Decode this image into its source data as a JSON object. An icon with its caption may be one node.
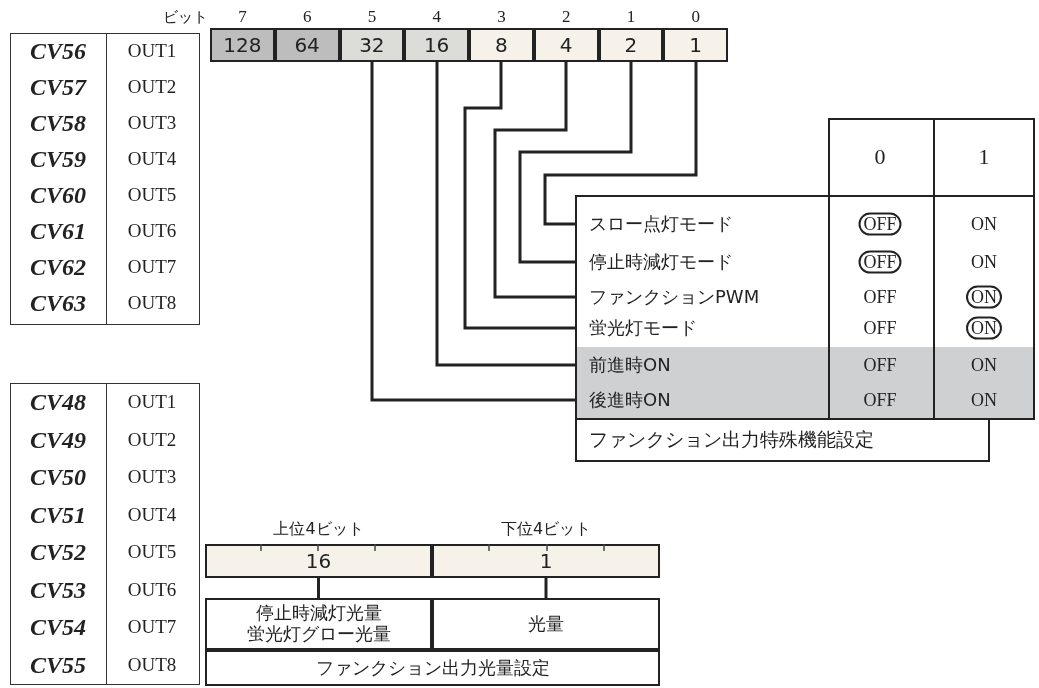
{
  "diagram": {
    "nodes": [
      {
        "text": [
          "128"
        ]
      },
      {
        "text": [
          "64"
        ]
      },
      {
        "text": [
          "32"
        ]
      },
      {
        "text": [
          "16"
        ]
      },
      {
        "text": [
          "8"
        ]
      },
      {
        "text": [
          "4"
        ]
      },
      {
        "text": [
          "2"
        ]
      },
      {
        "text": [
          "1"
        ]
      },
      {
        "text": [
          "スロー点灯モード"
        ]
      },
      {
        "text": [
          "停止時減灯モード"
        ]
      },
      {
        "text": [
          "ファンクションPWM"
        ]
      },
      {
        "text": [
          "蛍光灯モード"
        ]
      },
      {
        "text": [
          "前進時ON"
        ]
      },
      {
        "text": [
          "後進時ON"
        ]
      },
      {
        "text": [
          "ファンクション出力特殊機能設定"
        ]
      },
      {
        "text": [
          "16"
        ],
        "beside": [
          "上位4ビット"
        ]
      },
      {
        "text": [
          "1"
        ],
        "beside": [
          "下位4ビット"
        ]
      },
      {
        "text": [
          "停止時減灯光量",
          "蛍光灯グロー光量"
        ]
      },
      {
        "text": [
          "光量"
        ]
      },
      {
        "text": [
          "ファンクション出力光量設定"
        ]
      }
    ],
    "edges": [
      {
        "from": 7,
        "to": 8,
        "arrow": "none"
      },
      {
        "from": 6,
        "to": 9,
        "arrow": "none"
      },
      {
        "from": 5,
        "to": 10,
        "arrow": "none"
      },
      {
        "from": 4,
        "to": 11,
        "arrow": "none"
      },
      {
        "from": 3,
        "to": 12,
        "arrow": "none"
      },
      {
        "from": 2,
        "to": 13,
        "arrow": "none"
      },
      {
        "from": 15,
        "to": 17,
        "arrow": "none"
      },
      {
        "from": 16,
        "to": 18,
        "arrow": "none"
      }
    ],
    "labels": [
      "ビット",
      "7",
      "6",
      "5",
      "4",
      "3",
      "2",
      "1",
      "0",
      "CV56",
      "OUT1",
      "CV57",
      "OUT2",
      "CV58",
      "OUT3",
      "CV59",
      "OUT4",
      "CV60",
      "OUT5",
      "CV61",
      "OUT6",
      "CV62",
      "OUT7",
      "CV63",
      "OUT8",
      "CV48",
      "OUT1",
      "CV49",
      "OUT2",
      "CV50",
      "OUT3",
      "CV51",
      "OUT4",
      "CV52",
      "OUT5",
      "CV53",
      "OUT6",
      "CV54",
      "OUT7",
      "CV55",
      "OUT8",
      "0",
      "1",
      "OFF",
      "ON",
      "OFF",
      "ON",
      "OFF",
      "ON",
      "OFF",
      "ON",
      "OFF",
      "ON",
      "OFF",
      "ON"
    ]
  }
}
